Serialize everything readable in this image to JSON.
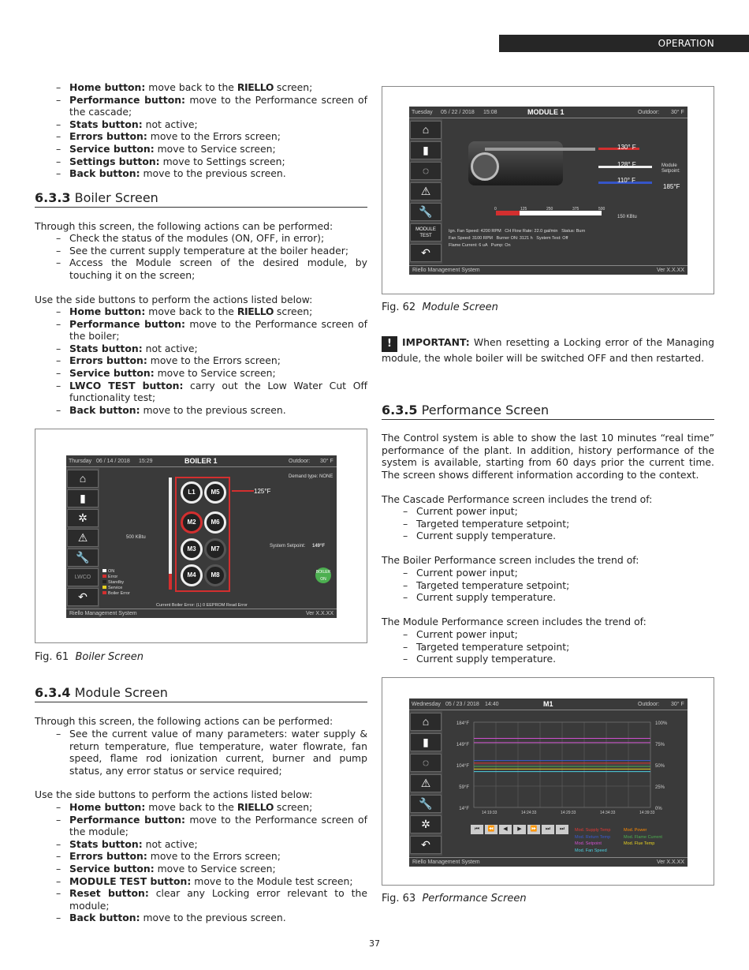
{
  "header": {
    "section": "OPERATION"
  },
  "left": {
    "list1": [
      {
        "b": "Home button:",
        "pre": " move back to the ",
        "r": "RIELLO",
        "post": " screen;"
      },
      {
        "b": "Performance button:",
        "pre": " move to the Performance screen of the cascade;"
      },
      {
        "b": "Stats button:",
        "pre": " not active;"
      },
      {
        "b": "Errors button:",
        "pre": " move to the Errors screen;"
      },
      {
        "b": "Service button:",
        "pre": " move to Service screen;"
      },
      {
        "b": "Settings button:",
        "pre": " move to Settings screen;"
      },
      {
        "b": "Back button:",
        "pre": " move to the previous screen."
      }
    ],
    "h633": {
      "num": "6.3.3",
      "title": " Boiler Screen"
    },
    "p633": "Through this screen, the following actions can be performed:",
    "list2": [
      "Check the status of the modules (ON, OFF, in error);",
      "See the current supply temperature at the boiler header;",
      "Access the Module screen of the desired module, by touching it on the screen;"
    ],
    "p633b": "Use the side buttons to perform the actions listed below:",
    "list3": [
      {
        "b": "Home button:",
        "pre": " move back to the ",
        "r": "RIELLO",
        "post": " screen;"
      },
      {
        "b": "Performance button:",
        "pre": " move to the Performance screen of the boiler;"
      },
      {
        "b": "Stats button:",
        "pre": " not active;"
      },
      {
        "b": "Errors button:",
        "pre": " move to the Errors screen;"
      },
      {
        "b": "Service button:",
        "pre": " move to Service screen;"
      },
      {
        "b": "LWCO TEST button:",
        "pre": " carry out the Low Water Cut Off functionality test;"
      },
      {
        "b": "Back button:",
        "pre": " move to the previous screen."
      }
    ],
    "fig61": {
      "num": "Fig. 61",
      "name": "Boiler Screen"
    },
    "h634": {
      "num": "6.3.4",
      "title": " Module Screen"
    },
    "p634": "Through this screen, the following actions can be performed:",
    "list4": [
      "See the current value of many parameters: water supply & return temperature, flue temperature, water flowrate, fan speed, flame rod ionization current, burner and pump status, any error status or service required;"
    ],
    "p634b": "Use the side buttons to perform the actions listed below:",
    "list5": [
      {
        "b": "Home button:",
        "pre": " move back to the ",
        "r": "RIELLO",
        "post": " screen;"
      },
      {
        "b": "Performance button:",
        "pre": " move to the Performance screen of the module;"
      },
      {
        "b": "Stats button:",
        "pre": " not active;"
      },
      {
        "b": "Errors button:",
        "pre": " move to the Errors screen;"
      },
      {
        "b": "Service button:",
        "pre": " move to Service screen;"
      },
      {
        "b": "MODULE TEST button:",
        "pre": " move to the Module test screen;"
      },
      {
        "b": "Reset button:",
        "pre": " clear any Locking error relevant to the module;"
      },
      {
        "b": "Back button:",
        "pre": " move to the previous screen."
      }
    ]
  },
  "right": {
    "fig62": {
      "num": "Fig. 62",
      "name": "Module Screen"
    },
    "important_b": "IMPORTANT:",
    "important": " When resetting a Locking error of the Managing module, the whole boiler will be switched OFF and then restarted.",
    "h635": {
      "num": "6.3.5",
      "title": " Performance Screen"
    },
    "p635": "The Control system is able to show the last 10 minutes “real time” performance of the plant. In addition, history performance of the system is available, starting from 60 days prior the current time. The screen shows different information according to the context.",
    "p_cascade": "The Cascade Performance screen includes the trend of:",
    "p_boiler": "The Boiler Performance screen includes the trend of:",
    "p_module": "The Module Performance screen includes the trend of:",
    "trend": [
      "Current power input;",
      "Targeted temperature setpoint;",
      "Current supply temperature."
    ],
    "fig63": {
      "num": "Fig. 63",
      "name": "Performance Screen"
    }
  },
  "boiler_screen": {
    "day": "Thursday",
    "date": "06 / 14 / 2018",
    "time": "15:29",
    "title": "BOILER 1",
    "outdoor": "Outdoor:",
    "outdoor_val": "30° F",
    "demand": "Demand type: NONE",
    "power": "500 KBtu",
    "temp": "125°F",
    "setpoint": "System Setpoint:",
    "setpoint_val": "149°F",
    "modules": [
      "L1",
      "M5",
      "M2",
      "M6",
      "M3",
      "M7",
      "M4",
      "M8"
    ],
    "legend": [
      "ON",
      "Error",
      "Standby",
      "Service",
      "Boiler Error"
    ],
    "boiler_on": "BOILER ON",
    "status": "Current Boiler Error: (L) 0     EEPROM Read Error",
    "footer": "Riello Management System",
    "ver": "Ver X.X.XX",
    "lwco": "LWCO"
  },
  "module_screen": {
    "day": "Tuesday",
    "date": "05 / 22 / 2018",
    "time": "15:08",
    "title": "MODULE 1",
    "outdoor": "Outdoor:",
    "outdoor_val": "30° F",
    "t1": "130° F",
    "t2": "128° F",
    "t3": "110° F",
    "sp_label": "Module Setpoint:",
    "sp": "185°F",
    "scale": [
      "0",
      "125",
      "250",
      "375",
      "500"
    ],
    "kbtu": "150 KBtu",
    "params": "Ign. Fan Speed: 4200 RPM   CH Flow Rate: 22.0 gal/min   Status: Burn\nFan Speed: 3100 RPM   Burner ON: 3121 h   System Test: Off\nFlame Current: 6 uA   Pump: On",
    "test_btn": "MODULE TEST",
    "footer": "Riello Management System",
    "ver": "Ver X.X.XX"
  },
  "perf_screen": {
    "day": "Wednesday",
    "date": "05 / 23 / 2018",
    "time": "14:40",
    "title": "M1",
    "outdoor": "Outdoor:",
    "outdoor_val": "30° F",
    "yleft": [
      "184°F",
      "149°F",
      "104°F",
      "59°F",
      "14°F"
    ],
    "yright": [
      "100%",
      "75%",
      "50%",
      "25%",
      "0%"
    ],
    "xticks": [
      "14:19:33",
      "14:24:33",
      "14:29:33",
      "14:34:33",
      "14:39:33"
    ],
    "legend": [
      "Mod. Supply Temp",
      "Mod. Power",
      "Mod. Return Temp",
      "Mod. Flame Current",
      "Mod. Setpoint",
      "Mod. Flue Temp",
      "Mod. Fan Speed"
    ],
    "footer": "Riello Management System",
    "ver": "Ver X.X.XX"
  },
  "page_number": "37",
  "colors": {
    "bar": "#262626",
    "screen_bg": "#3a3a3a",
    "red": "#d32f2f",
    "green": "#4caf50"
  }
}
